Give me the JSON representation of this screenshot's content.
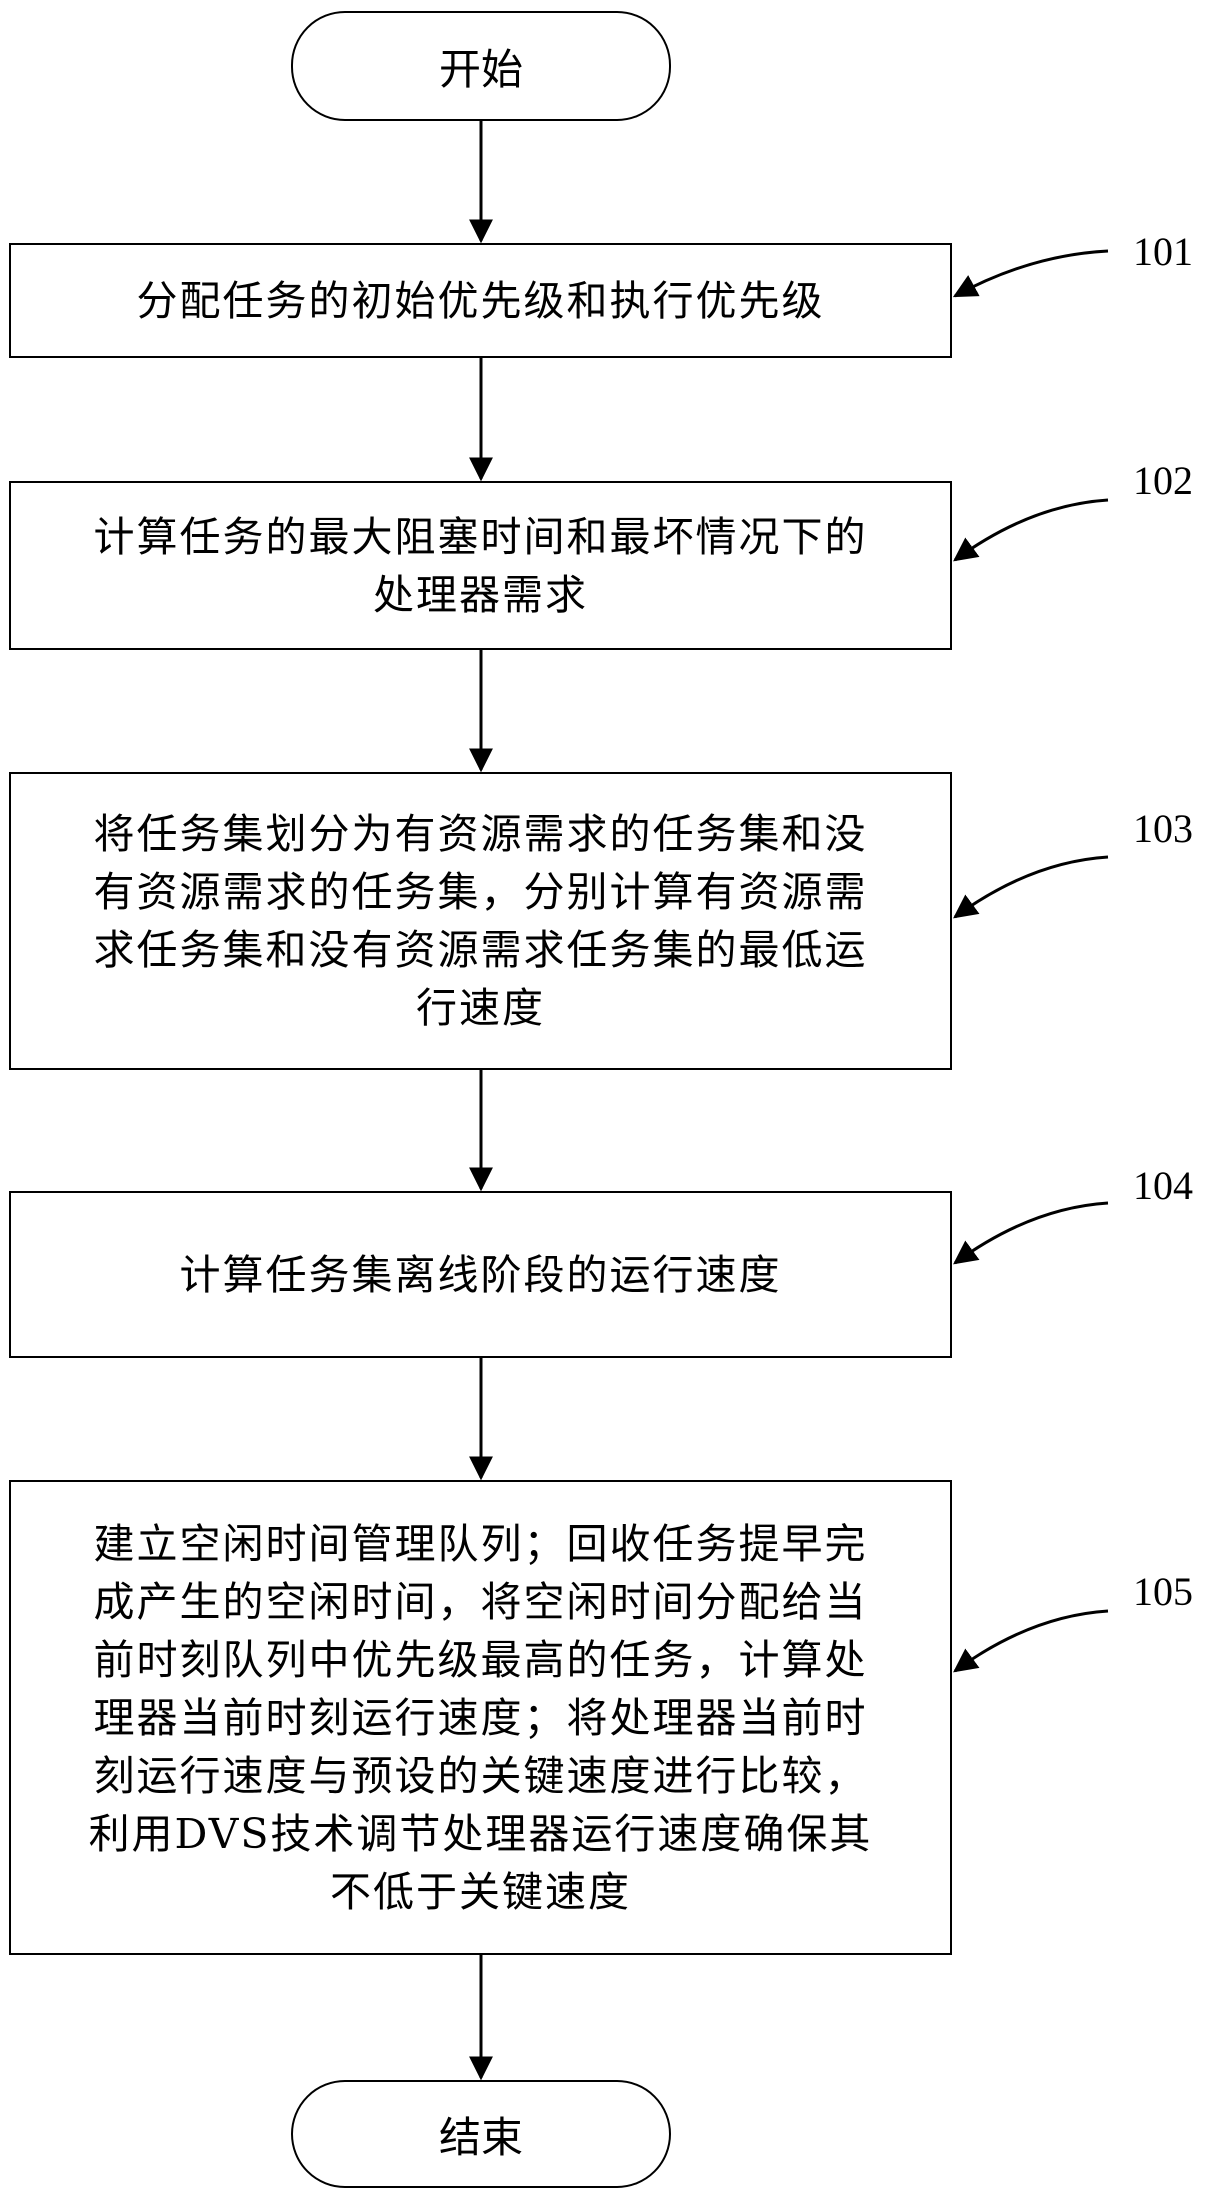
{
  "flowchart": {
    "start_label": "开始",
    "end_label": "结束",
    "steps": [
      {
        "ref": "101",
        "text": "分配任务的初始优先级和执行优先级"
      },
      {
        "ref": "102",
        "text": "计算任务的最大阻塞时间和最坏情况下的\n处理器需求"
      },
      {
        "ref": "103",
        "text": "将任务集划分为有资源需求的任务集和没\n有资源需求的任务集，分别计算有资源需\n求任务集和没有资源需求任务集的最低运\n行速度"
      },
      {
        "ref": "104",
        "text": "计算任务集离线阶段的运行速度"
      },
      {
        "ref": "105",
        "text": "建立空闲时间管理队列；回收任务提早完\n成产生的空闲时间，将空闲时间分配给当\n前时刻队列中优先级最高的任务，计算处\n理器当前时刻运行速度；将处理器当前时\n刻运行速度与预设的关键速度进行比较，\n利用DVS技术调节处理器运行速度确保其\n不低于关键速度"
      }
    ]
  }
}
